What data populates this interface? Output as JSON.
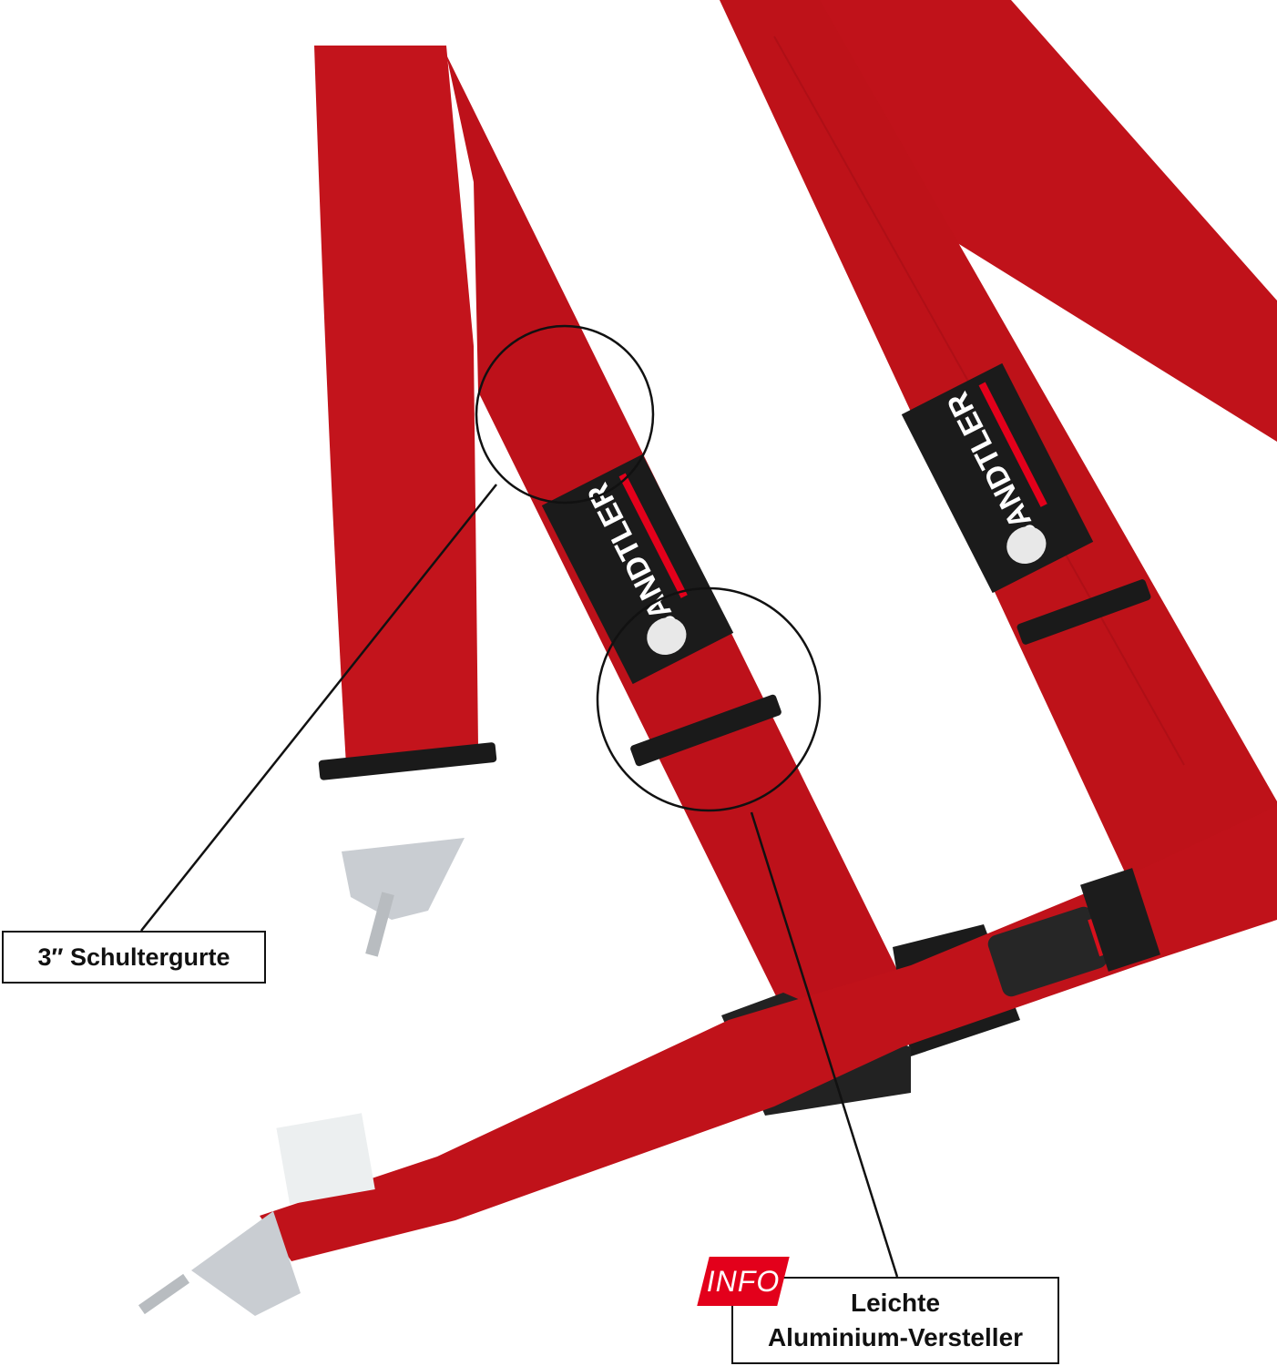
{
  "brand": "SANDTLER",
  "labels": {
    "shoulder_straps": "3″ Schultergurte",
    "info_badge": "INFO",
    "adjuster_line1": "Leichte",
    "adjuster_line2": "Aluminium-Versteller"
  },
  "colors": {
    "strap": "#c0121a",
    "strap_dark": "#a10e15",
    "accent": "#e3001b",
    "hardware": "#1a1a1a"
  }
}
